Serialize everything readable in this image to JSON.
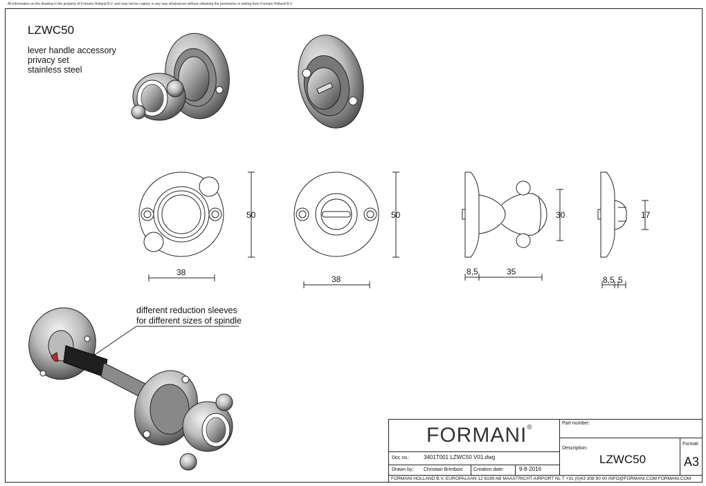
{
  "notice": "All information on the drawing is the property of Formani Holland B.V. and may not be copied, in any way whatsoever without obtaining the permission in writing from Formani Holland B.V",
  "title": "LZWC50",
  "description_lines": [
    "lever handle accessory",
    "privacy set",
    "stainless steel"
  ],
  "callout_lines": [
    "different reduction sleeves",
    "for different sizes of spindle"
  ],
  "dimensions": {
    "front1_width": "38",
    "front1_height": "50",
    "front2_width": "38",
    "front2_height": "50",
    "side1_base": "8,5",
    "side1_depth": "35",
    "side1_height": "30",
    "side2_base": "8,5",
    "side2_depth": "5",
    "side2_height": "17"
  },
  "title_block": {
    "brand": "FORMANI",
    "brand_mark": "®",
    "part_number_label": "Part number:",
    "description_label": "Description:",
    "description_value": "LZWC50",
    "format_label": "Format:",
    "format_value": "A3",
    "doc_no_label": "Doc no.:",
    "doc_no_value": "3401T001 LZWC50 V01.dwg",
    "drawn_by_label": "Drawn by:",
    "drawn_by_value": "Christian Brimbois",
    "creation_date_label": "Creation date:",
    "creation_date_value": "9-8-2016",
    "footer": "FORMANI HOLLAND B.V.  EUROPALAAN 12  6199 AB MAASTRICHT-AIRPORT NL  T +31 (0)43 308 90 00 INFO@FORMANI.COM FORMANI.COM"
  },
  "colors": {
    "line": "#222222",
    "metal_dark": "#555555",
    "metal_light": "#d9d9d9",
    "red_indicator": "#c0282d"
  }
}
